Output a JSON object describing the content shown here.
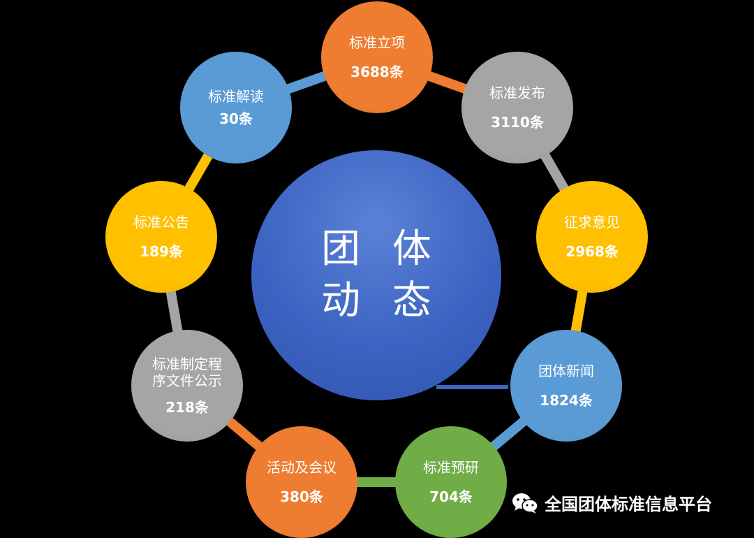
{
  "center": {
    "line1": "团 体",
    "line2": "动 态"
  },
  "nodes": [
    {
      "label": "标准立项",
      "count": "3688条",
      "color": "#ee7d31"
    },
    {
      "label": "标准发布",
      "count": "3110条",
      "color": "#a5a5a5"
    },
    {
      "label": "征求意见",
      "count": "2968条",
      "color": "#ffc000"
    },
    {
      "label": "团体新闻",
      "count": "1824条",
      "color": "#5b9bd5"
    },
    {
      "label": "标准预研",
      "count": "704条",
      "color": "#70ad47"
    },
    {
      "label": "活动及会议",
      "count": "380条",
      "color": "#ee7d31"
    },
    {
      "label": "标准制定程\n序文件公示",
      "count": "218条",
      "color": "#a5a5a5"
    },
    {
      "label": "标准公告",
      "count": "189条",
      "color": "#ffc000"
    },
    {
      "label": "标准解读",
      "count": "30条",
      "color": "#5b9bd5"
    }
  ],
  "watermark": {
    "text": "全国团体标准信息平台",
    "icon": "wechat-icon"
  }
}
